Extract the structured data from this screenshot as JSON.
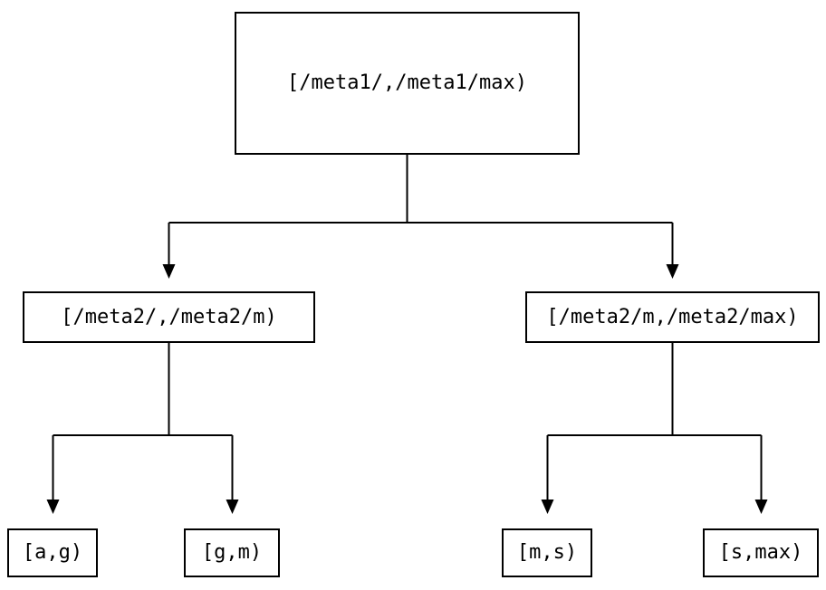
{
  "diagram": {
    "type": "tree",
    "nodes": [
      {
        "id": "root",
        "level": 0,
        "label": "[/meta1/,/meta1/max)"
      },
      {
        "id": "left",
        "level": 1,
        "label": "[/meta2/,/meta2/m)"
      },
      {
        "id": "right",
        "level": 1,
        "label": "[/meta2/m,/meta2/max)"
      },
      {
        "id": "leaf-ag",
        "level": 2,
        "label": "[a,g)"
      },
      {
        "id": "leaf-gm",
        "level": 2,
        "label": "[g,m)"
      },
      {
        "id": "leaf-ms",
        "level": 2,
        "label": "[m,s)"
      },
      {
        "id": "leaf-smax",
        "level": 2,
        "label": "[s,max)"
      }
    ],
    "edges": [
      {
        "from": "root",
        "to": "left"
      },
      {
        "from": "root",
        "to": "right"
      },
      {
        "from": "left",
        "to": "leaf-ag"
      },
      {
        "from": "left",
        "to": "leaf-gm"
      },
      {
        "from": "right",
        "to": "leaf-ms"
      },
      {
        "from": "right",
        "to": "leaf-smax"
      }
    ],
    "colors": {
      "background": "#ffffff",
      "box_fill": "#ffffff",
      "box_border": "#000000",
      "line": "#000000",
      "text": "#000000"
    }
  }
}
